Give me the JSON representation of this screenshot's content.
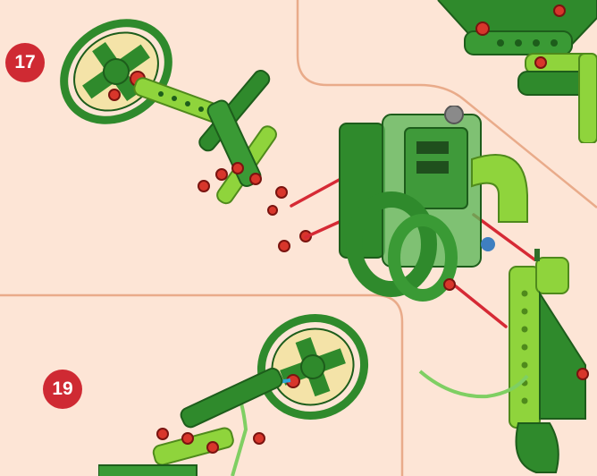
{
  "steps": {
    "first": {
      "number": "17"
    },
    "second": {
      "number": "19"
    }
  },
  "colors": {
    "background": "#fde5d6",
    "panel_border": "#e9ab8a",
    "badge": "#cf2a33",
    "dark_green": "#2f8a2c",
    "light_green": "#8fd43c",
    "peg_red": "#d8362b",
    "guide_line": "#d62a35",
    "motor_body": "#3f9a3a"
  },
  "illustrations": [
    {
      "name": "wheel-arm-assembly",
      "icon": "wheel-arm"
    },
    {
      "name": "gear-motor-box",
      "icon": "motor-box"
    },
    {
      "name": "front-frame-part",
      "icon": "frame-part"
    },
    {
      "name": "corner-frame-part",
      "icon": "frame-part"
    },
    {
      "name": "step-19-assembly",
      "icon": "wheel-arm"
    }
  ]
}
